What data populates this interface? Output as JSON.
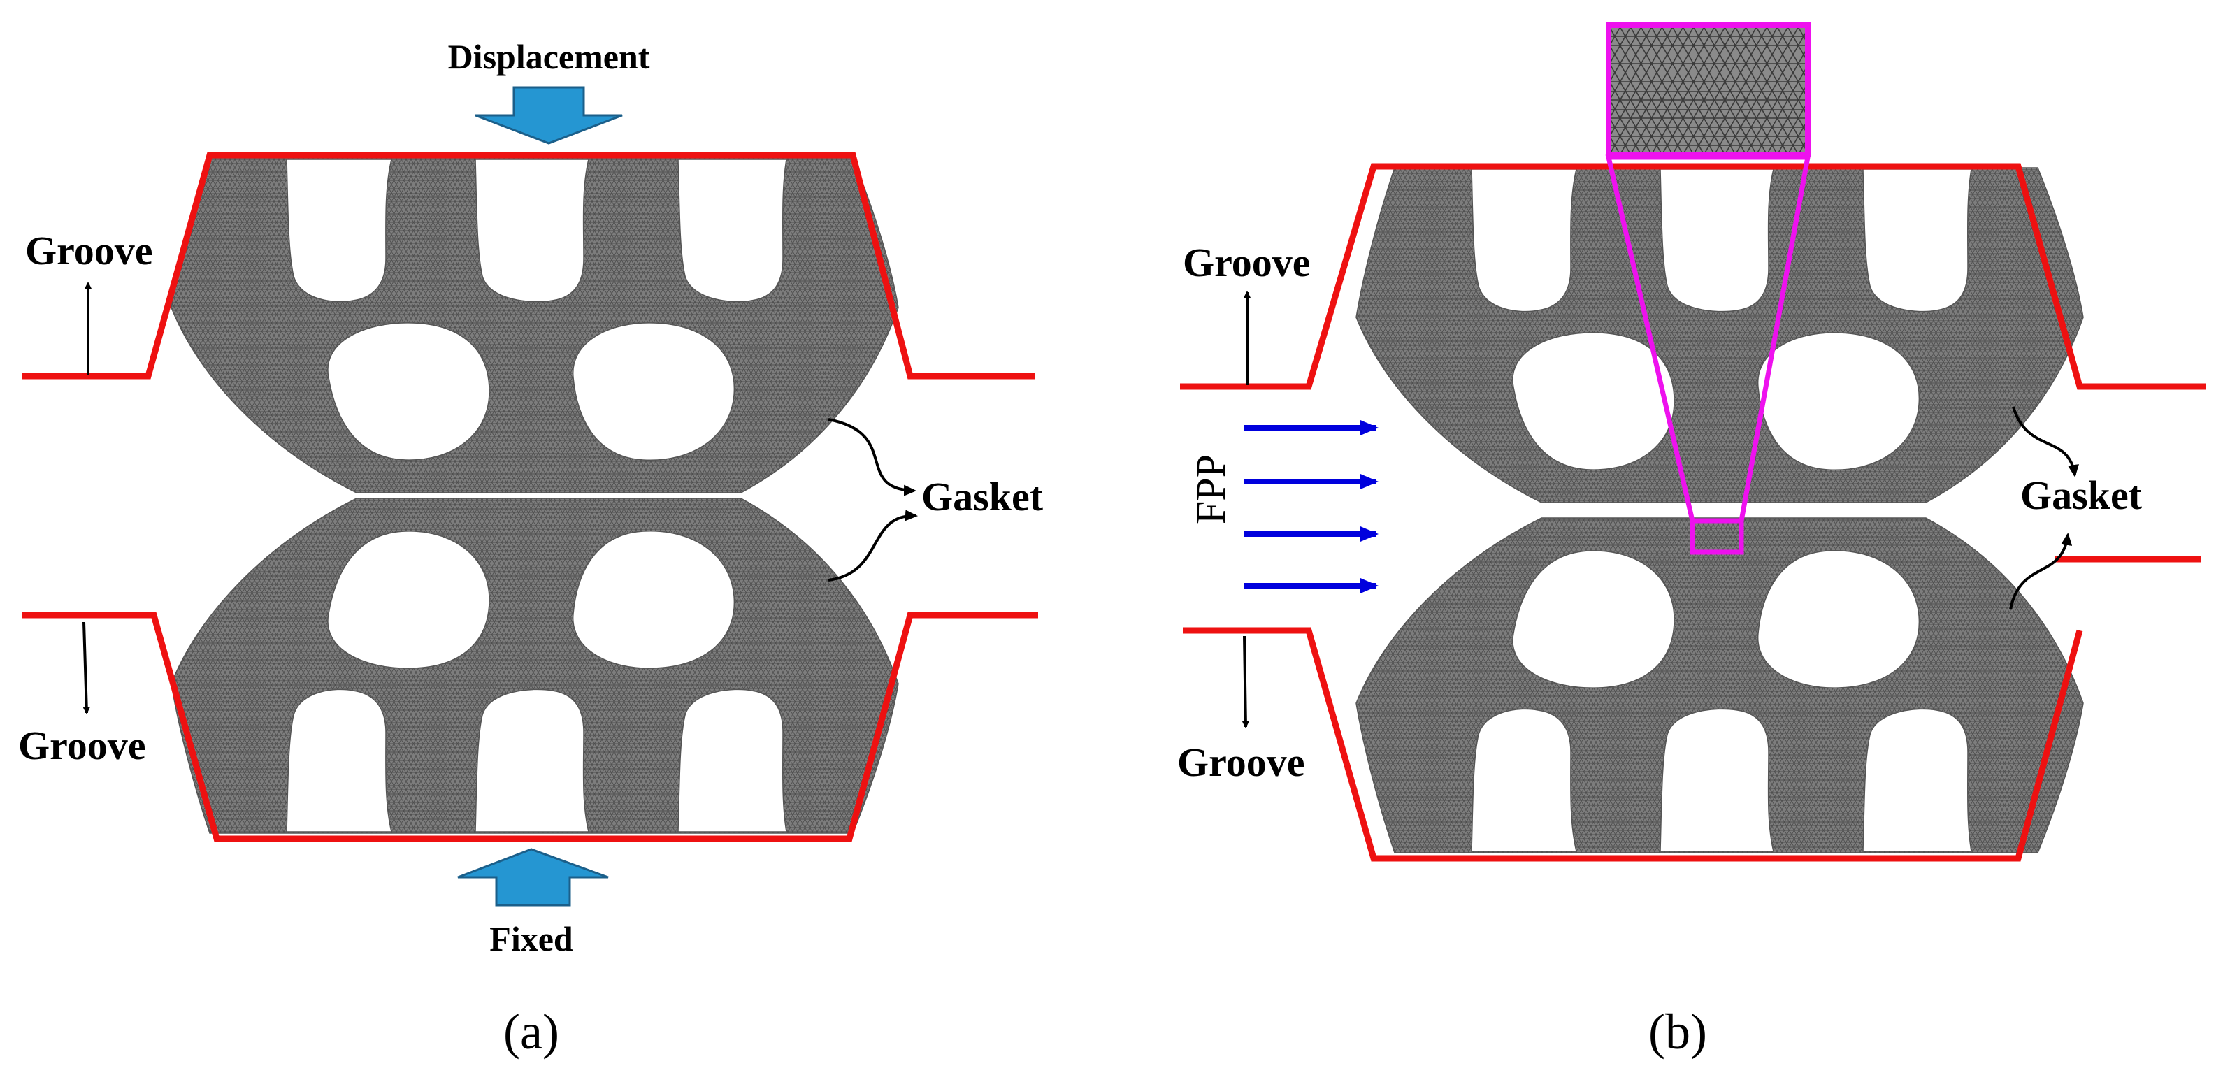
{
  "panel_a": {
    "load_top": "Displacement",
    "load_bottom": "Fixed",
    "groove_top": "Groove",
    "groove_bottom": "Groove",
    "gasket": "Gasket",
    "caption": "(a)"
  },
  "panel_b": {
    "pressure": "FPP",
    "groove_top": "Groove",
    "groove_bottom": "Groove",
    "gasket": "Gasket",
    "caption": "(b)"
  },
  "colors": {
    "groove_line": "#ee1111",
    "gasket_fill": "#7a7a7a",
    "load_arrow": "#2596d2",
    "pressure_arrow": "#0000dd",
    "zoom_frame": "#ee11ee"
  }
}
